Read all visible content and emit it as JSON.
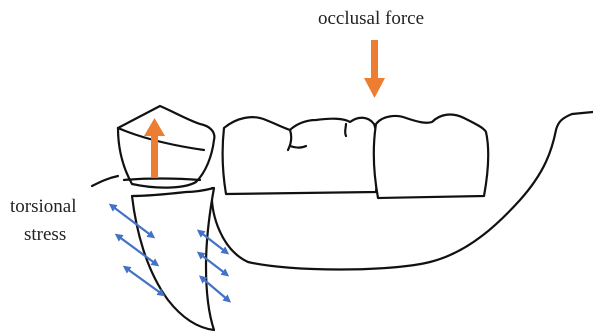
{
  "labels": {
    "occlusal_force": "occlusal force",
    "torsional_stress_line1": "torsional",
    "torsional_stress_line2": "stress"
  },
  "colors": {
    "force_arrow": "#ed7d31",
    "stress_arrow": "#4472c4",
    "outline": "#111111",
    "background": "#ffffff"
  }
}
